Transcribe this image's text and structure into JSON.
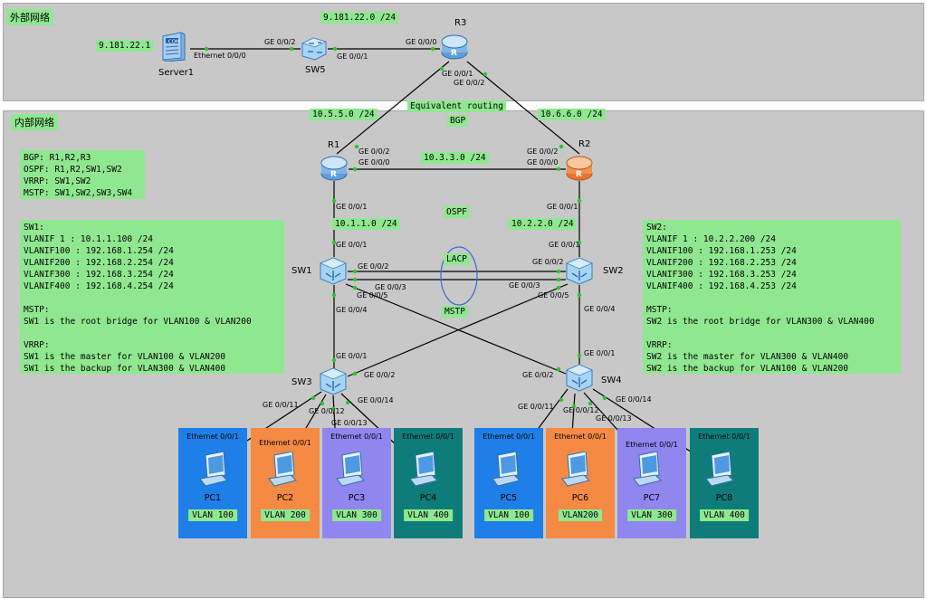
{
  "external_zone": {
    "title": "外部网络"
  },
  "internal_zone": {
    "title": "内部网络"
  },
  "subnets": {
    "ext_lan": "9.181.22.0 /24",
    "server_ip": "9.181.22.1",
    "r1_r3": "10.5.5.0 /24",
    "r2_r3": "10.6.6.0 /24",
    "r1_r2": "10.3.3.0 /24",
    "r1_sw1": "10.1.1.0 /24",
    "r2_sw2": "10.2.2.0 /24"
  },
  "labels": {
    "equivalent": "Equivalent routing",
    "bgp": "BGP",
    "ospf": "OSPF",
    "lacp": "LACP",
    "mstp": "MSTP"
  },
  "notes": {
    "protocols": "BGP: R1,R2,R3\nOSPF: R1,R2,SW1,SW2\nVRRP: SW1,SW2\nMSTP: SW1,SW2,SW3,SW4",
    "sw1": "SW1:\nVLANIF 1 : 10.1.1.100 /24\nVLANIF100 : 192.168.1.254 /24\nVLANIF200 : 192.168.2.254 /24\nVLANIF300 : 192.168.3.254 /24\nVLANIF400 : 192.168.4.254 /24\n\nMSTP:\nSW1 is the root bridge for VLAN100 & VLAN200\n\nVRRP:\nSW1 is the master for VLAN100 & VLAN200\nSW1 is the backup for VLAN300 & VLAN400",
    "sw2": "SW2:\nVLANIF 1 : 10.2.2.200 /24\nVLANIF100 : 192.168.1.253 /24\nVLANIF200 : 192.168.2.253 /24\nVLANIF300 : 192.168.3.253 /24\nVLANIF400 : 192.168.4.253 /24\n\nMSTP:\nSW2 is the root bridge for VLAN300 & VLAN400\n\nVRRP:\nSW2 is the master for VLAN300 & VLAN400\nSW2 is the backup for VLAN100 & VLAN200"
  },
  "devices": {
    "server1": "Server1",
    "sw5": "SW5",
    "r3": "R3",
    "r1": "R1",
    "r2": "R2",
    "sw1": "SW1",
    "sw2": "SW2",
    "sw3": "SW3",
    "sw4": "SW4"
  },
  "ports": {
    "server_eth": "Ethernet 0/0/0",
    "sw5_g2": "GE 0/0/2",
    "sw5_g1": "GE 0/0/1",
    "r3_g0": "GE 0/0/0",
    "r3_g1": "GE 0/0/1",
    "r3_g2": "GE 0/0/2",
    "r1_g2": "GE 0/0/2",
    "r1_g0": "GE 0/0/0",
    "r1_g1": "GE 0/0/1",
    "r2_g2": "GE 0/0/2",
    "r2_g0": "GE 0/0/0",
    "r2_g1": "GE 0/0/1",
    "sw1_g1": "GE 0/0/1",
    "sw1_g2": "GE 0/0/2",
    "sw1_g3": "GE 0/0/3",
    "sw1_g4": "GE 0/0/4",
    "sw1_g5": "GE 0/0/5",
    "sw2_g1": "GE 0/0/1",
    "sw2_g2": "GE 0/0/2",
    "sw2_g3": "GE 0/0/3",
    "sw2_g4": "GE 0/0/4",
    "sw2_g5": "GE 0/0/5",
    "sw3_g1": "GE 0/0/1",
    "sw3_g2": "GE 0/0/2",
    "sw3_g11": "GE 0/0/11",
    "sw3_g12": "GE 0/0/12",
    "sw3_g13": "GE 0/0/13",
    "sw3_g14": "GE 0/0/14",
    "sw4_g1": "GE 0/0/1",
    "sw4_g2": "GE 0/0/2",
    "sw4_g11": "GE 0/0/11",
    "sw4_g12": "GE 0/0/12",
    "sw4_g13": "GE 0/0/13",
    "sw4_g14": "GE 0/0/14"
  },
  "pcs": [
    {
      "name": "PC1",
      "eth": "Ethernet 0/0/1",
      "vlan": "VLAN 100",
      "color": "#1e7fe8"
    },
    {
      "name": "PC2",
      "eth": "Ethernet 0/0/1",
      "vlan": "VLAN 200",
      "color": "#f58a45"
    },
    {
      "name": "PC3",
      "eth": "Ethernet 0/0/1",
      "vlan": "VLAN 300",
      "color": "#8f86f0"
    },
    {
      "name": "PC4",
      "eth": "Ethernet 0/0/1",
      "vlan": "VLAN 400",
      "color": "#0e7d7a"
    },
    {
      "name": "PC5",
      "eth": "Ethernet 0/0/1",
      "vlan": "VLAN 100",
      "color": "#1e7fe8"
    },
    {
      "name": "PC6",
      "eth": "Ethernet 0/0/1",
      "vlan": "VLAN200",
      "color": "#f58a45"
    },
    {
      "name": "PC7",
      "eth": "Ethernet 0/0/1",
      "vlan": "VLAN 300",
      "color": "#8f86f0"
    },
    {
      "name": "PC8",
      "eth": "Ethernet 0/0/1",
      "vlan": "VLAN 400",
      "color": "#0e7d7a"
    }
  ],
  "colors": {
    "zone": "#c8c8c8",
    "label_bg": "#8fe88f",
    "link": "#000000",
    "port_dot": "#2ec42e",
    "lacp": "#3b6fd4"
  },
  "icons": {
    "router": "router-icon",
    "switch": "switch-icon",
    "server": "server-icon",
    "pc": "pc-icon"
  }
}
